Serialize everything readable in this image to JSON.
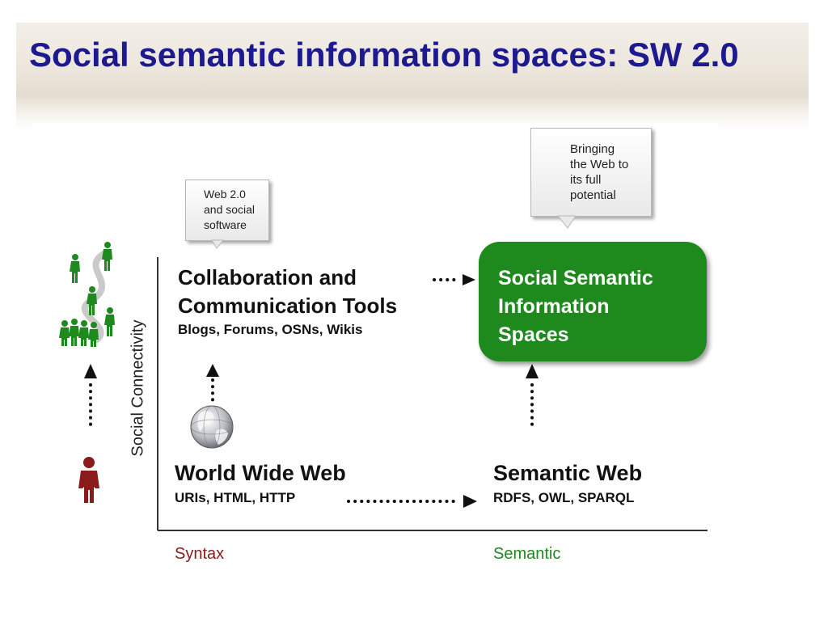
{
  "title": "Social semantic information spaces: SW 2.0",
  "callouts": {
    "web20": [
      "Web 2.0",
      "and social",
      "software"
    ],
    "bringing": [
      "Bringing",
      "the Web to",
      "its full",
      "potential"
    ]
  },
  "boxes": {
    "collab_title_1": "Collaboration and",
    "collab_title_2": "Communication Tools",
    "collab_sub": "Blogs, Forums, OSNs, Wikis",
    "ssis_lines": [
      "Social Semantic",
      "Information",
      "Spaces"
    ],
    "www_title": "World Wide Web",
    "www_sub": "URIs, HTML, HTTP",
    "sw_title": "Semantic Web",
    "sw_sub": "RDFS, OWL, SPARQL"
  },
  "axes": {
    "y_label": "Social Connectivity",
    "x_left_label": "Syntax",
    "x_right_label": "Semantic"
  },
  "colors": {
    "title": "#1d1a8f",
    "green_box": "#1e8a1e",
    "people_group": "#1e8a1e",
    "person_single": "#8b1a1a",
    "syntax_label": "#8b1a1a",
    "semantic_label": "#1e8a1e"
  },
  "icons": [
    "people-network-icon",
    "person-icon",
    "globe-icon"
  ]
}
